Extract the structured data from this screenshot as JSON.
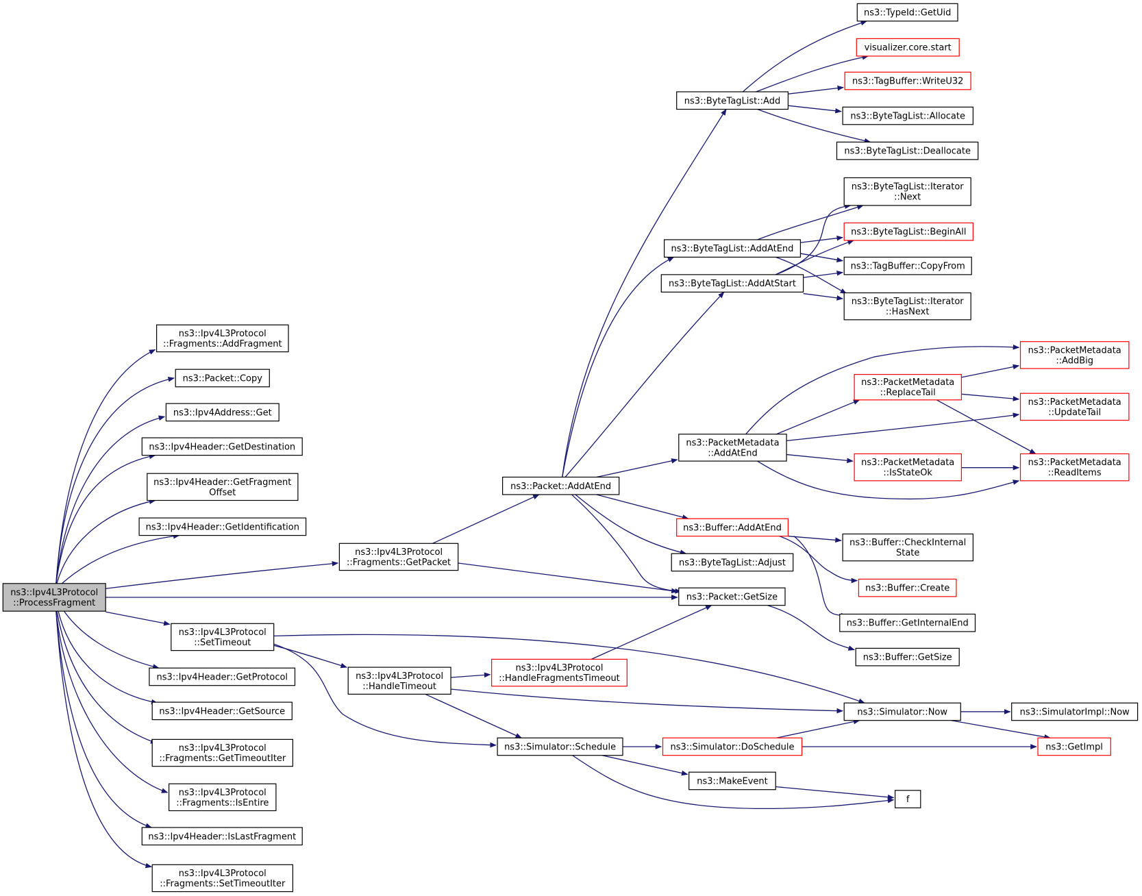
{
  "colors": {
    "edge": "#191970",
    "node_border_default": "#000000",
    "node_border_red": "#ff0000",
    "root_fill": "#bfbfbf",
    "node_fill": "#ffffff"
  },
  "nodes": [
    {
      "id": "process_fragment",
      "lines": [
        "ns3::Ipv4L3Protocol",
        "::ProcessFragment"
      ],
      "style": "root"
    },
    {
      "id": "add_fragment",
      "lines": [
        "ns3::Ipv4L3Protocol",
        "::Fragments::AddFragment"
      ],
      "style": "default"
    },
    {
      "id": "packet_copy",
      "lines": [
        "ns3::Packet::Copy"
      ],
      "style": "default"
    },
    {
      "id": "ipv4address_get",
      "lines": [
        "ns3::Ipv4Address::Get"
      ],
      "style": "default"
    },
    {
      "id": "get_destination",
      "lines": [
        "ns3::Ipv4Header::GetDestination"
      ],
      "style": "default"
    },
    {
      "id": "get_fragment_offset",
      "lines": [
        "ns3::Ipv4Header::GetFragment",
        "Offset"
      ],
      "style": "default"
    },
    {
      "id": "get_identification",
      "lines": [
        "ns3::Ipv4Header::GetIdentification"
      ],
      "style": "default"
    },
    {
      "id": "fragments_get_packet",
      "lines": [
        "ns3::Ipv4L3Protocol",
        "::Fragments::GetPacket"
      ],
      "style": "default"
    },
    {
      "id": "set_timeout",
      "lines": [
        "ns3::Ipv4L3Protocol",
        "::SetTimeout"
      ],
      "style": "default"
    },
    {
      "id": "get_protocol",
      "lines": [
        "ns3::Ipv4Header::GetProtocol"
      ],
      "style": "default"
    },
    {
      "id": "get_source",
      "lines": [
        "ns3::Ipv4Header::GetSource"
      ],
      "style": "default"
    },
    {
      "id": "get_timeout_iter",
      "lines": [
        "ns3::Ipv4L3Protocol",
        "::Fragments::GetTimeoutIter"
      ],
      "style": "default"
    },
    {
      "id": "is_entire",
      "lines": [
        "ns3::Ipv4L3Protocol",
        "::Fragments::IsEntire"
      ],
      "style": "default"
    },
    {
      "id": "is_last_fragment",
      "lines": [
        "ns3::Ipv4Header::IsLastFragment"
      ],
      "style": "default"
    },
    {
      "id": "set_timeout_iter",
      "lines": [
        "ns3::Ipv4L3Protocol",
        "::Fragments::SetTimeoutIter"
      ],
      "style": "default"
    },
    {
      "id": "handle_timeout",
      "lines": [
        "ns3::Ipv4L3Protocol",
        "::HandleTimeout"
      ],
      "style": "default"
    },
    {
      "id": "handle_fragments_timeout",
      "lines": [
        "ns3::Ipv4L3Protocol",
        "::HandleFragmentsTimeout"
      ],
      "style": "red"
    },
    {
      "id": "packet_add_at_end",
      "lines": [
        "ns3::Packet::AddAtEnd"
      ],
      "style": "default"
    },
    {
      "id": "packet_get_size",
      "lines": [
        "ns3::Packet::GetSize"
      ],
      "style": "default"
    },
    {
      "id": "simulator_schedule",
      "lines": [
        "ns3::Simulator::Schedule"
      ],
      "style": "default"
    },
    {
      "id": "btl_add",
      "lines": [
        "ns3::ByteTagList::Add"
      ],
      "style": "default"
    },
    {
      "id": "btl_add_at_end",
      "lines": [
        "ns3::ByteTagList::AddAtEnd"
      ],
      "style": "default"
    },
    {
      "id": "btl_add_at_start",
      "lines": [
        "ns3::ByteTagList::AddAtStart"
      ],
      "style": "default"
    },
    {
      "id": "pm_add_at_end",
      "lines": [
        "ns3::PacketMetadata",
        "::AddAtEnd"
      ],
      "style": "default"
    },
    {
      "id": "buffer_add_at_end",
      "lines": [
        "ns3::Buffer::AddAtEnd"
      ],
      "style": "red"
    },
    {
      "id": "btl_adjust",
      "lines": [
        "ns3::ByteTagList::Adjust"
      ],
      "style": "default"
    },
    {
      "id": "simulator_do_schedule",
      "lines": [
        "ns3::Simulator::DoSchedule"
      ],
      "style": "red"
    },
    {
      "id": "make_event",
      "lines": [
        "ns3::MakeEvent"
      ],
      "style": "default"
    },
    {
      "id": "typeid_get_uid",
      "lines": [
        "ns3::TypeId::GetUid"
      ],
      "style": "default"
    },
    {
      "id": "visualizer_core_start",
      "lines": [
        "visualizer.core.start"
      ],
      "style": "red"
    },
    {
      "id": "tagbuffer_write_u32",
      "lines": [
        "ns3::TagBuffer::WriteU32"
      ],
      "style": "red"
    },
    {
      "id": "btl_allocate",
      "lines": [
        "ns3::ByteTagList::Allocate"
      ],
      "style": "default"
    },
    {
      "id": "btl_deallocate",
      "lines": [
        "ns3::ByteTagList::Deallocate"
      ],
      "style": "default"
    },
    {
      "id": "btl_iter_next",
      "lines": [
        "ns3::ByteTagList::Iterator",
        "::Next"
      ],
      "style": "default"
    },
    {
      "id": "btl_begin_all",
      "lines": [
        "ns3::ByteTagList::BeginAll"
      ],
      "style": "red"
    },
    {
      "id": "tagbuffer_copy_from",
      "lines": [
        "ns3::TagBuffer::CopyFrom"
      ],
      "style": "default"
    },
    {
      "id": "btl_iter_has_next",
      "lines": [
        "ns3::ByteTagList::Iterator",
        "::HasNext"
      ],
      "style": "default"
    },
    {
      "id": "pm_replace_tail",
      "lines": [
        "ns3::PacketMetadata",
        "::ReplaceTail"
      ],
      "style": "red"
    },
    {
      "id": "pm_is_state_ok",
      "lines": [
        "ns3::PacketMetadata",
        "::IsStateOk"
      ],
      "style": "red"
    },
    {
      "id": "pm_add_big",
      "lines": [
        "ns3::PacketMetadata",
        "::AddBig"
      ],
      "style": "red"
    },
    {
      "id": "pm_update_tail",
      "lines": [
        "ns3::PacketMetadata",
        "::UpdateTail"
      ],
      "style": "red"
    },
    {
      "id": "pm_read_items",
      "lines": [
        "ns3::PacketMetadata",
        "::ReadItems"
      ],
      "style": "red"
    },
    {
      "id": "buffer_check_internal_state",
      "lines": [
        "ns3::Buffer::CheckInternal",
        "State"
      ],
      "style": "default"
    },
    {
      "id": "buffer_create",
      "lines": [
        "ns3::Buffer::Create"
      ],
      "style": "red"
    },
    {
      "id": "buffer_get_internal_end",
      "lines": [
        "ns3::Buffer::GetInternalEnd"
      ],
      "style": "default"
    },
    {
      "id": "buffer_get_size",
      "lines": [
        "ns3::Buffer::GetSize"
      ],
      "style": "default"
    },
    {
      "id": "simulator_now",
      "lines": [
        "ns3::Simulator::Now"
      ],
      "style": "default"
    },
    {
      "id": "simulatorimpl_now",
      "lines": [
        "ns3::SimulatorImpl::Now"
      ],
      "style": "default"
    },
    {
      "id": "get_impl",
      "lines": [
        "ns3::GetImpl"
      ],
      "style": "red"
    },
    {
      "id": "f",
      "lines": [
        "f"
      ],
      "style": "default"
    }
  ],
  "edges": [
    [
      "process_fragment",
      "add_fragment"
    ],
    [
      "process_fragment",
      "packet_copy"
    ],
    [
      "process_fragment",
      "ipv4address_get"
    ],
    [
      "process_fragment",
      "get_destination"
    ],
    [
      "process_fragment",
      "get_fragment_offset"
    ],
    [
      "process_fragment",
      "get_identification"
    ],
    [
      "process_fragment",
      "fragments_get_packet"
    ],
    [
      "process_fragment",
      "packet_get_size"
    ],
    [
      "process_fragment",
      "set_timeout"
    ],
    [
      "process_fragment",
      "get_protocol"
    ],
    [
      "process_fragment",
      "get_source"
    ],
    [
      "process_fragment",
      "get_timeout_iter"
    ],
    [
      "process_fragment",
      "is_entire"
    ],
    [
      "process_fragment",
      "is_last_fragment"
    ],
    [
      "process_fragment",
      "set_timeout_iter"
    ],
    [
      "fragments_get_packet",
      "packet_add_at_end"
    ],
    [
      "fragments_get_packet",
      "packet_get_size"
    ],
    [
      "set_timeout",
      "handle_timeout"
    ],
    [
      "set_timeout",
      "simulator_schedule"
    ],
    [
      "set_timeout",
      "simulator_now"
    ],
    [
      "handle_timeout",
      "handle_fragments_timeout"
    ],
    [
      "handle_timeout",
      "simulator_schedule"
    ],
    [
      "handle_timeout",
      "simulator_now"
    ],
    [
      "handle_fragments_timeout",
      "packet_get_size"
    ],
    [
      "packet_add_at_end",
      "btl_add"
    ],
    [
      "packet_add_at_end",
      "btl_add_at_end"
    ],
    [
      "packet_add_at_end",
      "btl_add_at_start"
    ],
    [
      "packet_add_at_end",
      "pm_add_at_end"
    ],
    [
      "packet_add_at_end",
      "buffer_add_at_end"
    ],
    [
      "packet_add_at_end",
      "btl_adjust"
    ],
    [
      "packet_add_at_end",
      "packet_get_size"
    ],
    [
      "packet_get_size",
      "buffer_get_size"
    ],
    [
      "simulator_schedule",
      "simulator_do_schedule"
    ],
    [
      "simulator_schedule",
      "make_event"
    ],
    [
      "simulator_schedule",
      "f"
    ],
    [
      "btl_add",
      "typeid_get_uid"
    ],
    [
      "btl_add",
      "visualizer_core_start"
    ],
    [
      "btl_add",
      "tagbuffer_write_u32"
    ],
    [
      "btl_add",
      "btl_allocate"
    ],
    [
      "btl_add",
      "btl_deallocate"
    ],
    [
      "btl_add_at_end",
      "btl_iter_next"
    ],
    [
      "btl_add_at_end",
      "btl_begin_all"
    ],
    [
      "btl_add_at_end",
      "tagbuffer_copy_from"
    ],
    [
      "btl_add_at_end",
      "btl_iter_has_next"
    ],
    [
      "btl_add_at_start",
      "btl_iter_next"
    ],
    [
      "btl_add_at_start",
      "btl_begin_all"
    ],
    [
      "btl_add_at_start",
      "tagbuffer_copy_from"
    ],
    [
      "btl_add_at_start",
      "btl_iter_has_next"
    ],
    [
      "pm_add_at_end",
      "pm_add_big"
    ],
    [
      "pm_add_at_end",
      "pm_replace_tail"
    ],
    [
      "pm_add_at_end",
      "pm_update_tail"
    ],
    [
      "pm_add_at_end",
      "pm_is_state_ok"
    ],
    [
      "pm_add_at_end",
      "pm_read_items"
    ],
    [
      "pm_replace_tail",
      "pm_add_big"
    ],
    [
      "pm_replace_tail",
      "pm_update_tail"
    ],
    [
      "pm_replace_tail",
      "pm_read_items"
    ],
    [
      "pm_is_state_ok",
      "pm_read_items"
    ],
    [
      "buffer_add_at_end",
      "buffer_check_internal_state"
    ],
    [
      "buffer_add_at_end",
      "buffer_create"
    ],
    [
      "buffer_add_at_end",
      "buffer_get_internal_end"
    ],
    [
      "simulator_do_schedule",
      "simulator_now"
    ],
    [
      "simulator_do_schedule",
      "get_impl"
    ],
    [
      "make_event",
      "f"
    ],
    [
      "simulator_now",
      "simulatorimpl_now"
    ],
    [
      "simulator_now",
      "get_impl"
    ]
  ]
}
